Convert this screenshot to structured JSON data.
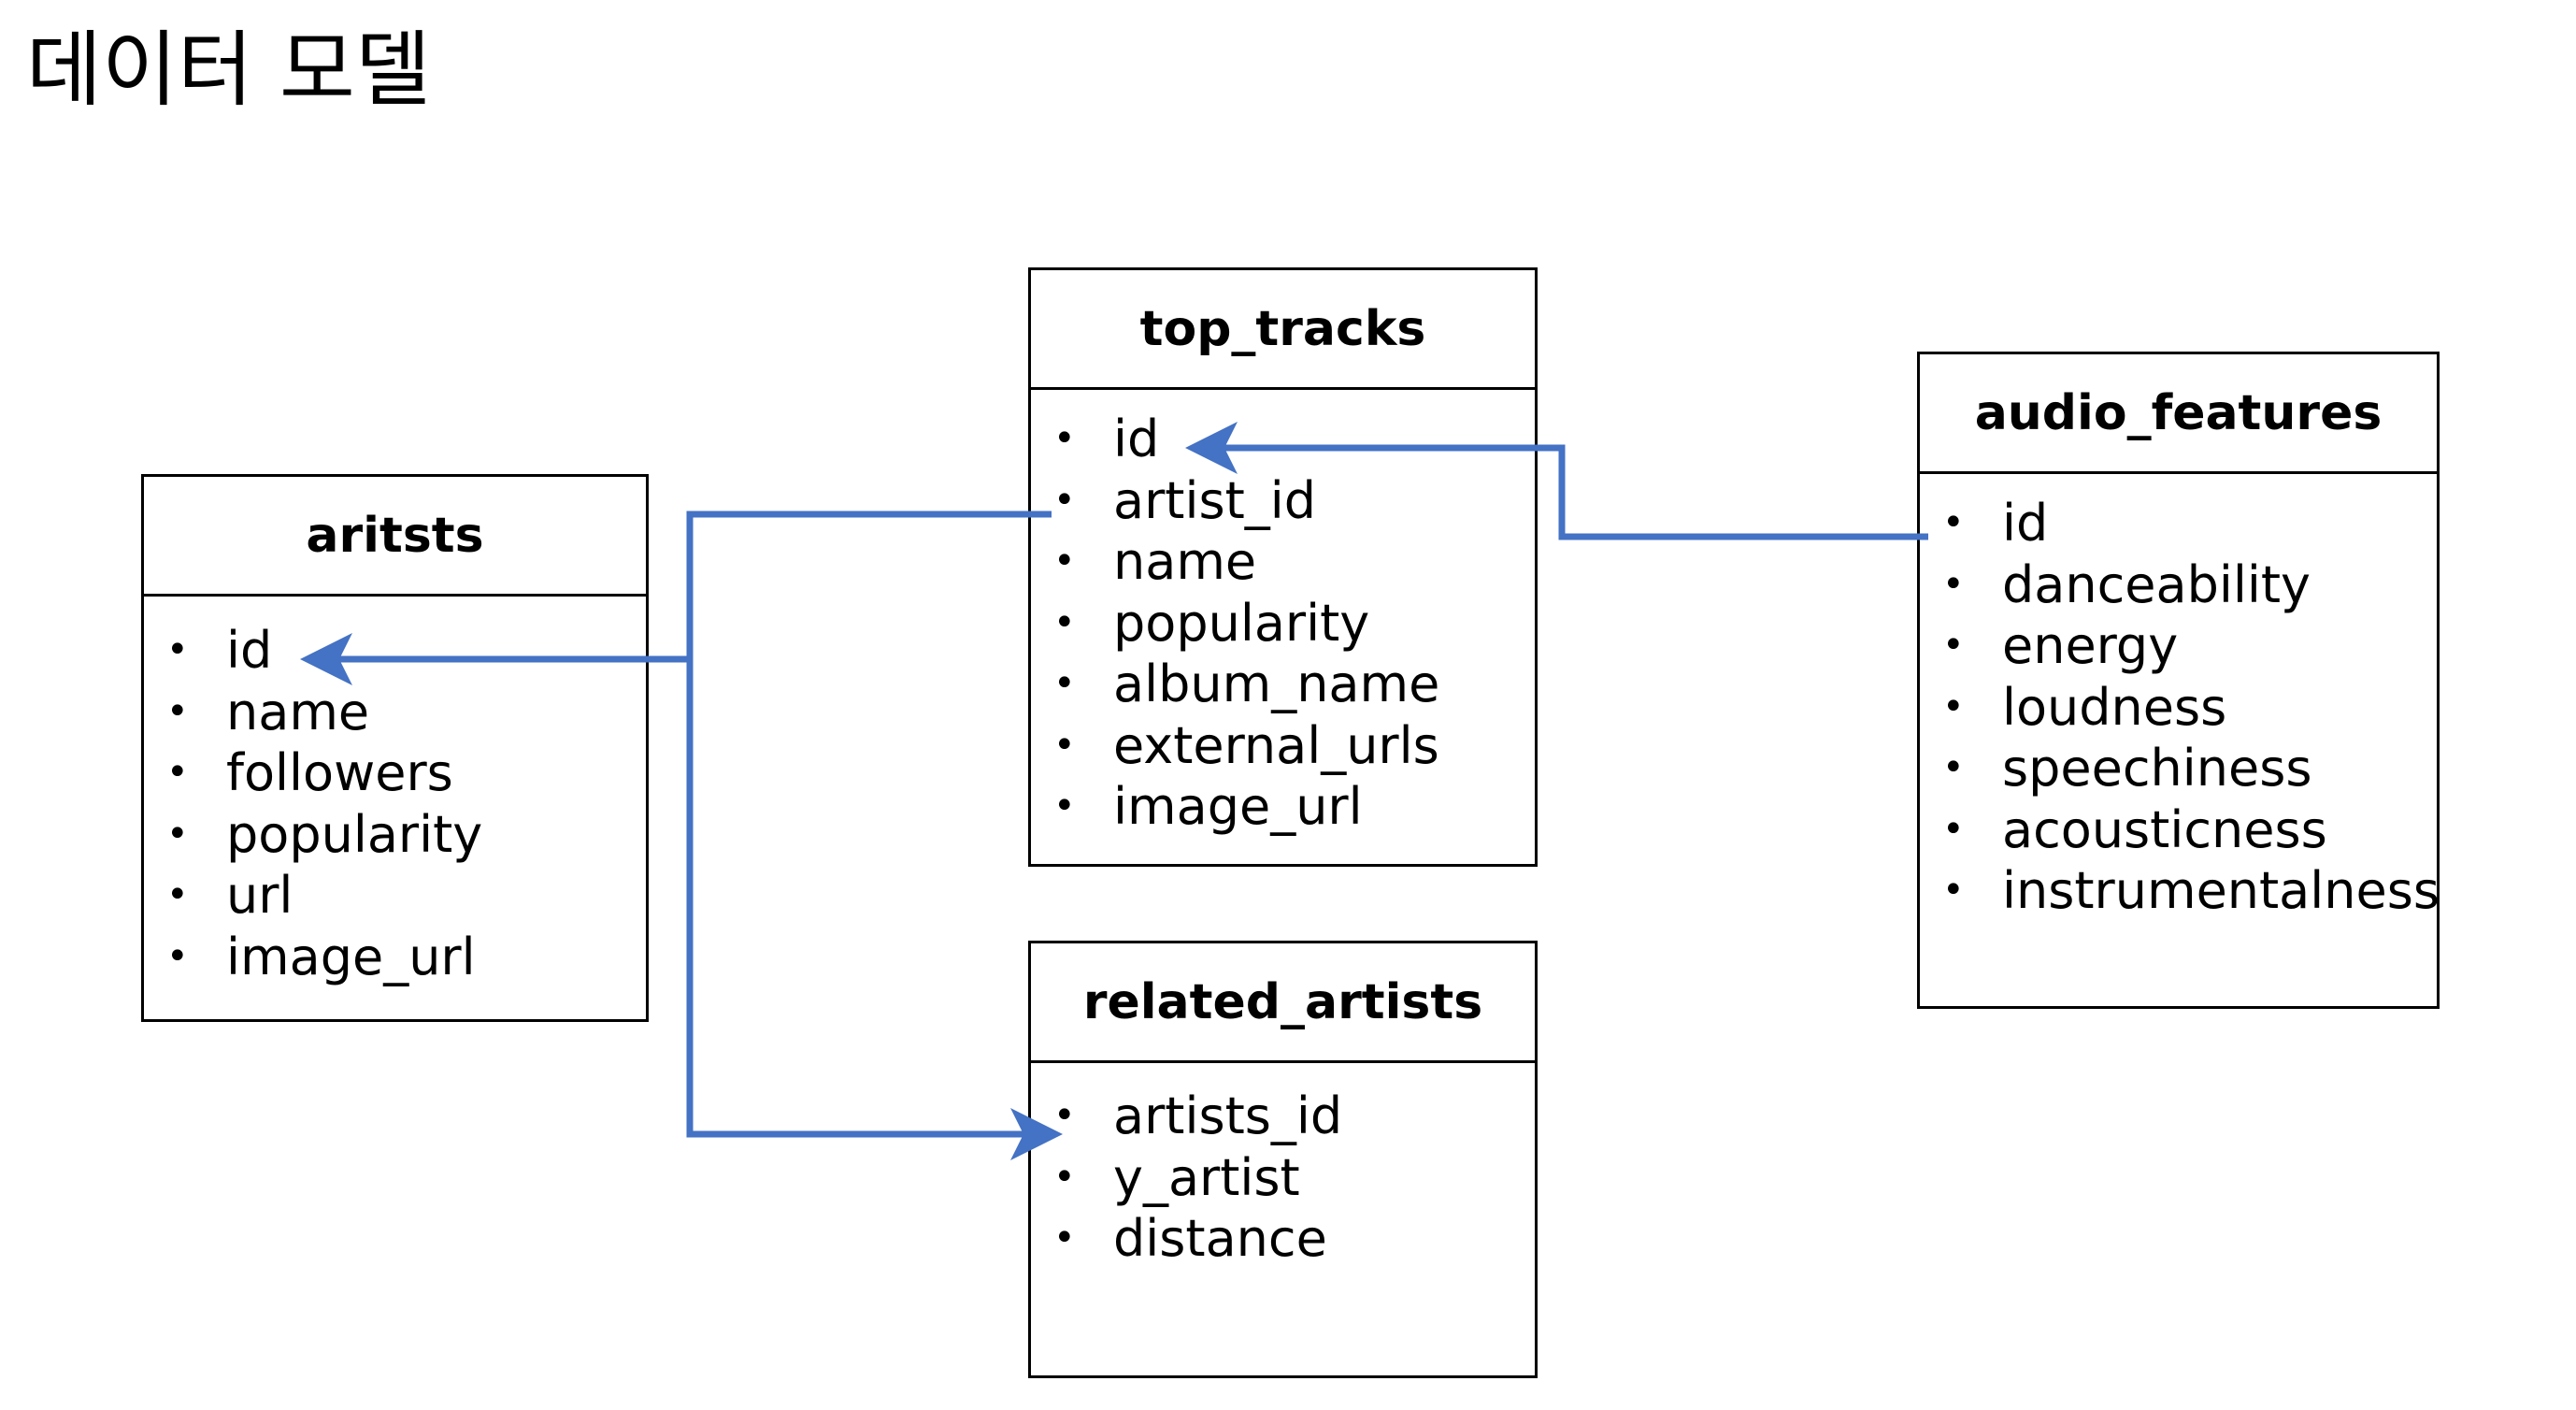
{
  "title": "데이터 모델",
  "colors": {
    "connector": "#4472C4",
    "border": "#000000"
  },
  "tables": {
    "aritsts": {
      "name": "aritsts",
      "fields": [
        "id",
        "name",
        "followers",
        "popularity",
        "url",
        "image_url"
      ]
    },
    "top_tracks": {
      "name": "top_tracks",
      "fields": [
        "id",
        "artist_id",
        "name",
        "popularity",
        "album_name",
        "external_urls",
        "image_url"
      ]
    },
    "audio_features": {
      "name": "audio_features",
      "fields": [
        "id",
        "danceability",
        "energy",
        "loudness",
        "speechiness",
        "acousticness",
        "instrumentalness"
      ]
    },
    "related_artists": {
      "name": "related_artists",
      "fields": [
        "artists_id",
        "y_artist",
        "distance"
      ]
    }
  },
  "relations": [
    {
      "from": "top_tracks.artist_id",
      "to": "aritsts.id"
    },
    {
      "from": "related_artists.artists_id",
      "to": "aritsts.id"
    },
    {
      "from": "audio_features.id",
      "to": "top_tracks.id"
    }
  ]
}
